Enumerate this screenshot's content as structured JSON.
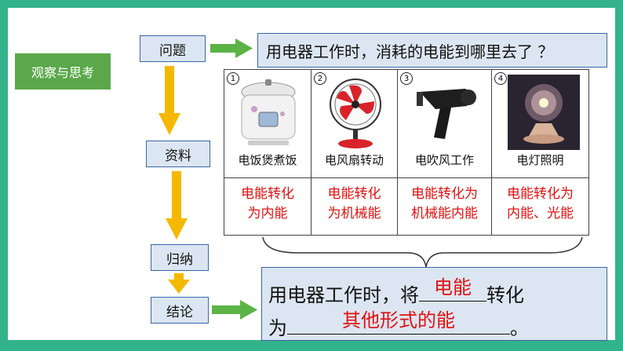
{
  "tag": "观察与思考",
  "steps": {
    "question": "问题",
    "materials": "资料",
    "summary": "归纳",
    "conclusion": "结论"
  },
  "question_text": "用电器工作时，消耗的电能到哪里去了 ？",
  "appliances": [
    {
      "num": "1",
      "name": "电饭煲煮饭",
      "conversion_line1": "电能转化",
      "conversion_line2": "为内能"
    },
    {
      "num": "2",
      "name": "电风扇转动",
      "conversion_line1": "电能转化",
      "conversion_line2": "为机械能"
    },
    {
      "num": "3",
      "name": "电吹风工作",
      "conversion_line1": "电能转化为",
      "conversion_line2": "机械能内能"
    },
    {
      "num": "4",
      "name": "电灯照明",
      "conversion_line1": "电能转化为",
      "conversion_line2": "内能、光能"
    }
  ],
  "conclusion": {
    "part1": "用电器工作时，将",
    "blank1": "电能",
    "part2": "转化",
    "part3": "为",
    "blank2": "其他形式的能",
    "part4": "。"
  },
  "colors": {
    "frame": "#33b38a",
    "tag": "#5aa84a",
    "box_fill": "#dce6f2",
    "box_border": "#3a66a8",
    "arrow": "#5cb345",
    "down_arrow": "#f5b800",
    "answer_red": "#e01010"
  }
}
